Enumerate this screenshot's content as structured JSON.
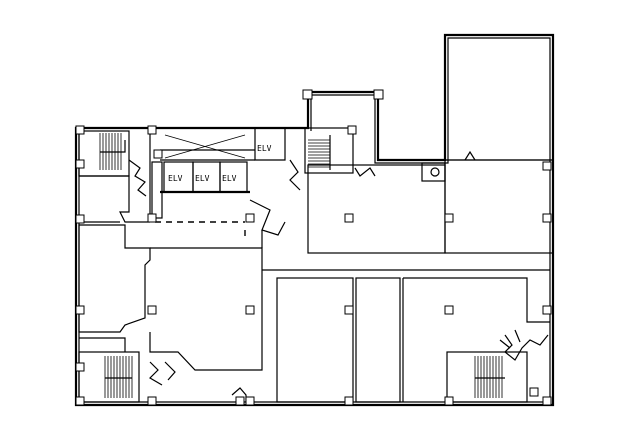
{
  "labels": {
    "elevator_main": "ELV",
    "elevator_1": "ELV",
    "elevator_2": "ELV",
    "elevator_3": "ELV"
  }
}
